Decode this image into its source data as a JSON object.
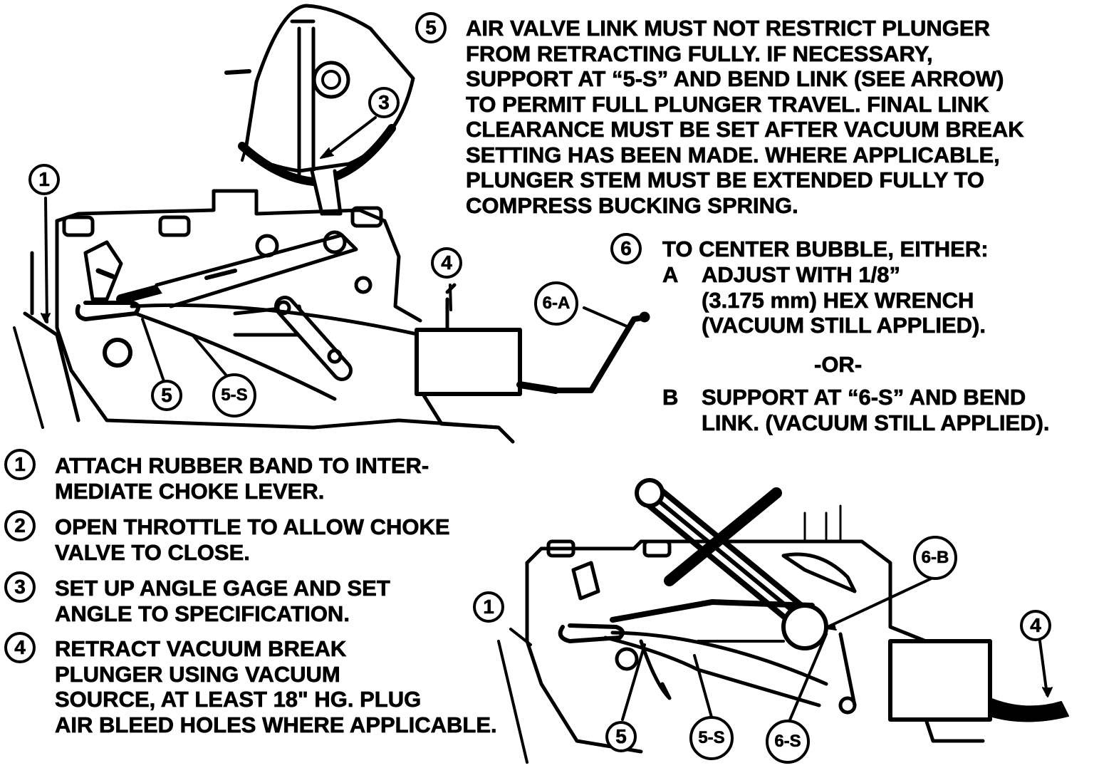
{
  "diagram": {
    "ink_color": "#000000",
    "paper_color": "#ffffff"
  },
  "steps": [
    {
      "number": "1",
      "lines": [
        "ATTACH RUBBER BAND TO INTER-",
        "MEDIATE CHOKE LEVER."
      ]
    },
    {
      "number": "2",
      "lines": [
        "OPEN THROTTLE TO ALLOW CHOKE",
        "VALVE TO CLOSE."
      ]
    },
    {
      "number": "3",
      "lines": [
        "SET UP ANGLE GAGE AND SET",
        "ANGLE  TO SPECIFICATION."
      ]
    },
    {
      "number": "4",
      "lines": [
        "RETRACT VACUUM BREAK",
        "PLUNGER  USING VACUUM",
        "SOURCE, AT LEAST  18\" HG. PLUG",
        "AIR BLEED HOLES  WHERE APPLICABLE."
      ]
    }
  ],
  "step5": {
    "number": "5",
    "lines": [
      "AIR VALVE LINK MUST NOT RESTRICT PLUNGER",
      "FROM RETRACTING FULLY. IF NECESSARY,",
      "SUPPORT AT “5-S” AND BEND LINK (SEE ARROW)",
      "TO PERMIT FULL PLUNGER TRAVEL. FINAL LINK",
      "CLEARANCE MUST BE SET AFTER  VACUUM BREAK",
      "SETTING HAS BEEN  MADE. WHERE APPLICABLE,",
      "PLUNGER STEM MUST BE EXTENDED FULLY TO",
      "COMPRESS BUCKING SPRING."
    ]
  },
  "step6": {
    "number": "6",
    "heading": "TO CENTER BUBBLE, EITHER:",
    "option_a_letter": "A",
    "option_a_lines": [
      "ADJUST WITH 1/8”",
      "(3.175 mm) HEX  WRENCH",
      "(VACUUM STILL APPLIED)."
    ],
    "or_label": "-OR-",
    "option_b_letter": "B",
    "option_b_lines": [
      "SUPPORT AT “6-S” AND BEND",
      "LINK. (VACUUM STILL APPLIED)."
    ]
  },
  "top_callouts": {
    "c1": "1",
    "c3": "3",
    "c4": "4",
    "c5": "5",
    "c5s": "5-S",
    "c6a": "6-A"
  },
  "bottom_callouts": {
    "c1": "1",
    "c4": "4",
    "c5": "5",
    "c5s": "5-S",
    "c6s": "6-S",
    "c6b": "6-B"
  }
}
